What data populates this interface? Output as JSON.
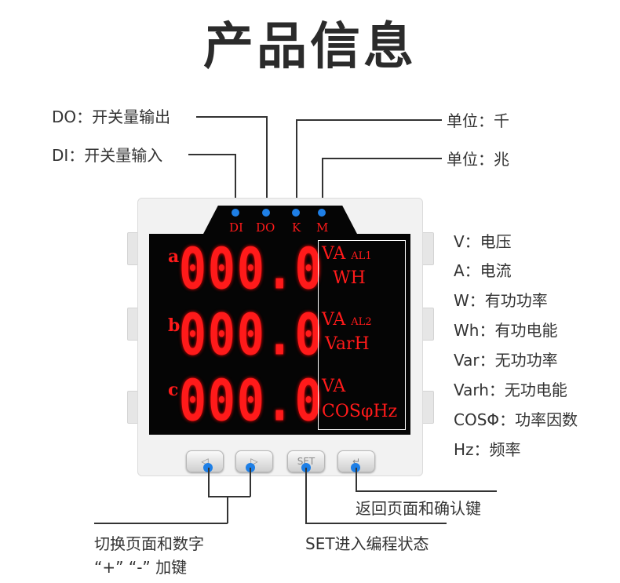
{
  "title": "产品信息",
  "callouts": {
    "do": "DO：开关量输出",
    "di": "DI：开关量输入",
    "k": "单位：千",
    "m": "单位：兆"
  },
  "indicators": [
    "DI",
    "DO",
    "K",
    "M"
  ],
  "rows": [
    {
      "label": "a",
      "value": "000.0",
      "unit1": "VA",
      "alarm": "AL1",
      "unit2": "WH"
    },
    {
      "label": "b",
      "value": "000.0",
      "unit1": "VA",
      "alarm": "AL2",
      "unit2": "VarH"
    },
    {
      "label": "c",
      "value": "000.0",
      "unit1": "VA",
      "alarm": "",
      "unit2": "COSφHz"
    }
  ],
  "legend": [
    "V：电压",
    "A：电流",
    "W：有功功率",
    "Wh：有功电能",
    "Var：无功功率",
    "Varh：无功电能",
    "COSΦ：功率因数",
    "Hz：频率"
  ],
  "buttons": {
    "left": "◁",
    "right": "▷",
    "set": "SET",
    "enter": "↵"
  },
  "bottom_labels": {
    "page_switch_1": "切换页面和数字",
    "page_switch_2": "“+” “-” 加键",
    "set": "SET进入编程状态",
    "enter": "返回页面和确认键"
  },
  "colors": {
    "led": "#ff1a1a",
    "dot": "#1e7fe6",
    "screen": "#050505"
  }
}
